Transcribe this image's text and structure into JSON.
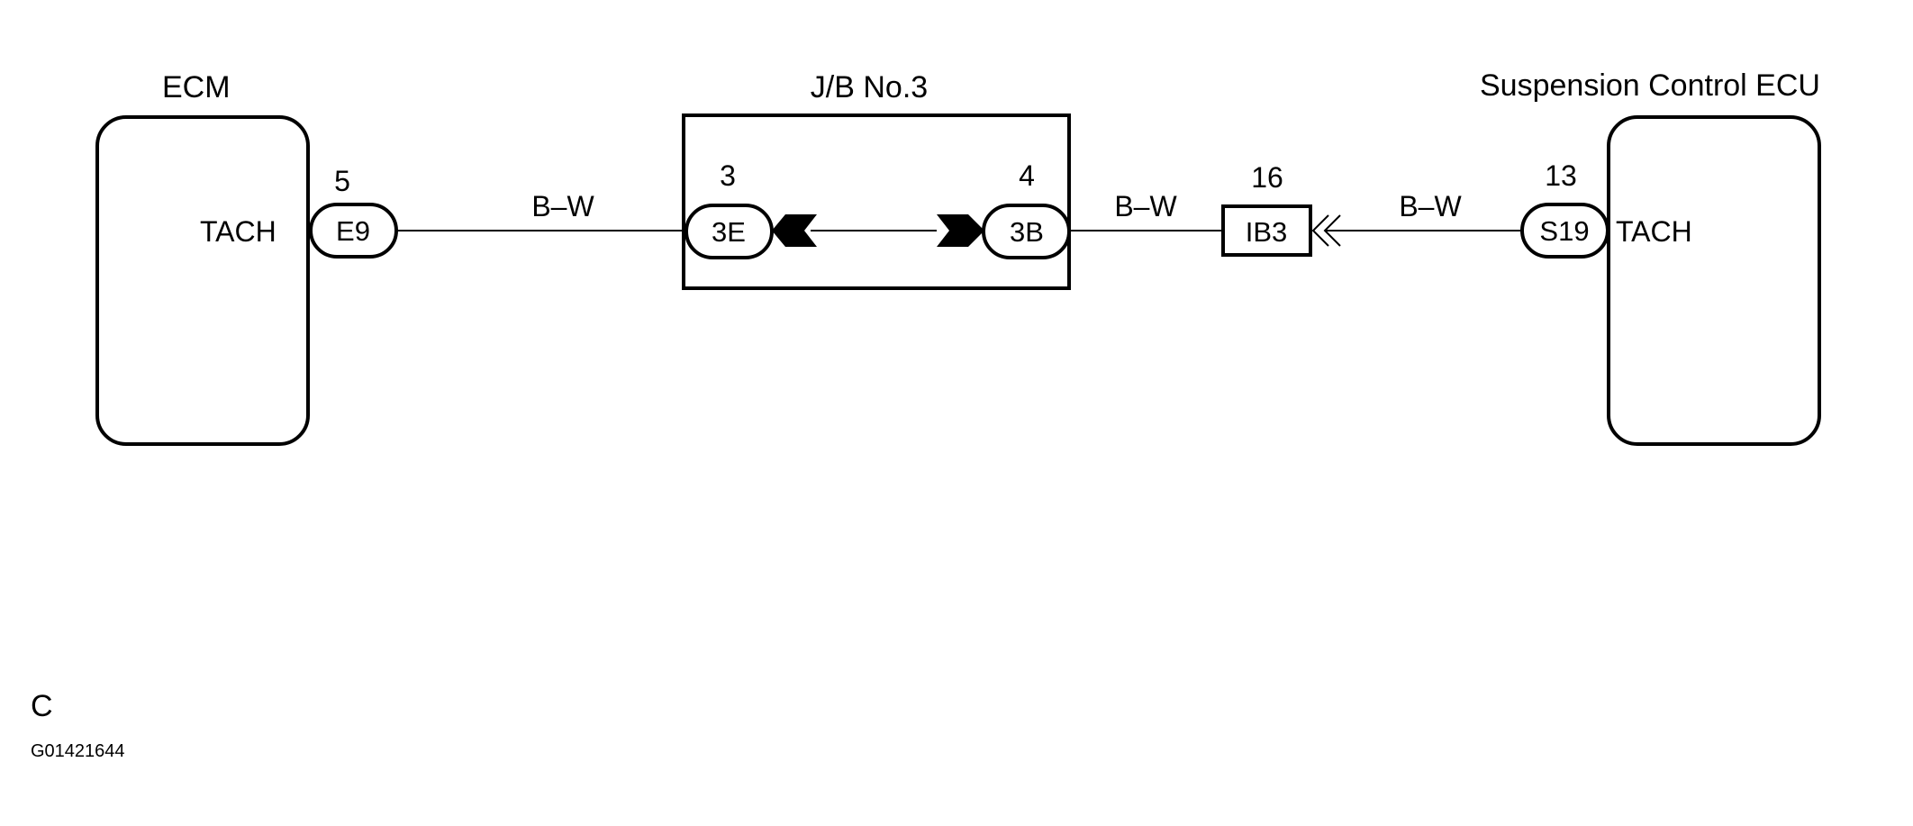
{
  "components": {
    "ecm": {
      "title": "ECM",
      "terminal": "TACH",
      "pin": "5",
      "connector": "E9"
    },
    "junction_block": {
      "title": "J/B No.3",
      "left_pin": "3",
      "left_connector": "3E",
      "right_pin": "4",
      "right_connector": "3B"
    },
    "junction_connector": {
      "pin": "16",
      "connector": "IB3"
    },
    "suspension_ecu": {
      "title": "Suspension Control ECU",
      "terminal": "TACH",
      "pin": "13",
      "connector": "S19"
    }
  },
  "wires": {
    "ecm_to_jb": "B–W",
    "jb_to_ib3": "B–W",
    "ib3_to_ecu": "B–W"
  },
  "footer": {
    "code": "C",
    "figure_id": "G01421644"
  }
}
